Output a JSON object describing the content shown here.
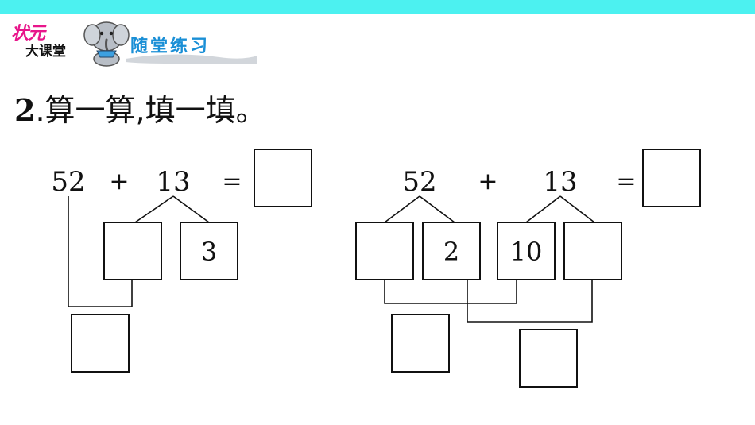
{
  "header": {
    "brand_top": "状元",
    "brand_bottom": "大课堂",
    "section_label": "随堂练习",
    "mascot_icon": "elephant-icon",
    "colors": {
      "bar": "#4cf1f0",
      "brand_red": "#e8168b",
      "label_blue": "#1a8fd6"
    }
  },
  "question": {
    "number": "2",
    "separator": ".",
    "text": "算一算,填一填。"
  },
  "left_problem": {
    "addend1": "52",
    "plus": "+",
    "addend2": "13",
    "equals": "=",
    "split_box_1": "",
    "split_box_2": "3"
  },
  "right_problem": {
    "addend1": "52",
    "plus": "+",
    "addend2": "13",
    "equals": "=",
    "split_box_1": "",
    "split_box_2": "2",
    "split_box_3": "10",
    "split_box_4": ""
  }
}
